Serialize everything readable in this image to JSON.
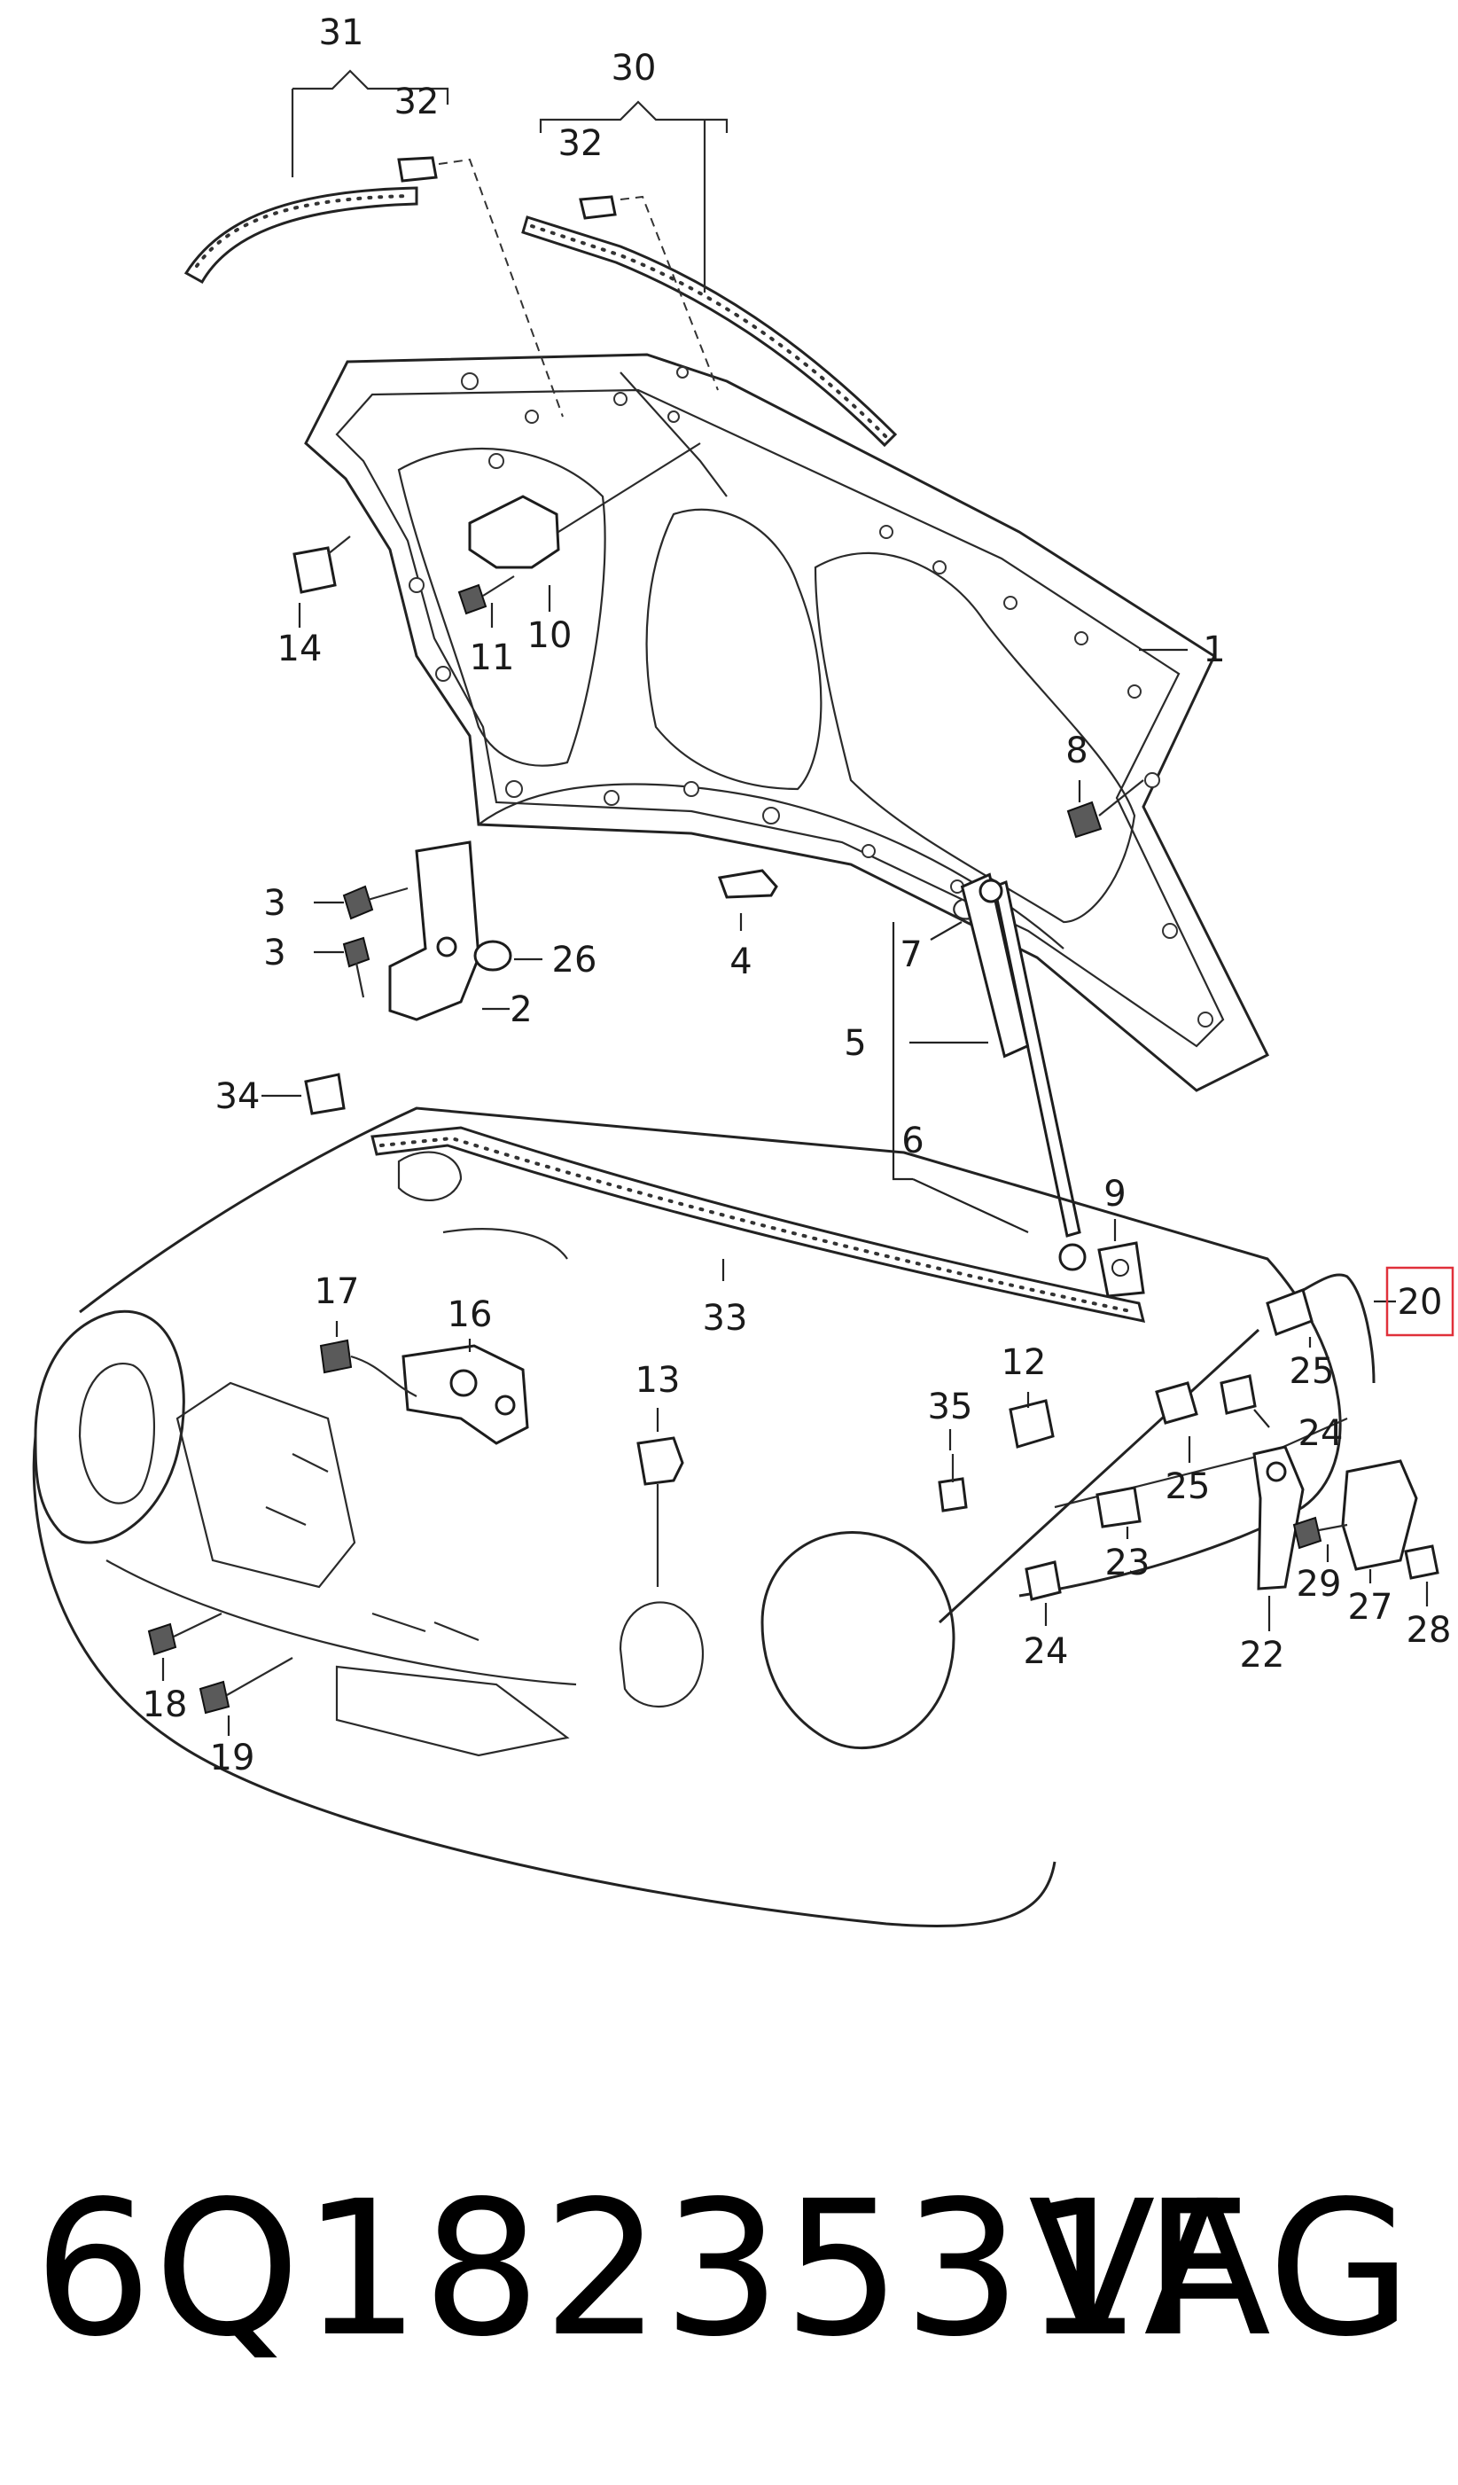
{
  "diagram": {
    "callouts": [
      {
        "id": "l31",
        "text": "31"
      },
      {
        "id": "l30",
        "text": "30"
      },
      {
        "id": "l32a",
        "text": "32"
      },
      {
        "id": "l32b",
        "text": "32"
      },
      {
        "id": "l14",
        "text": "14"
      },
      {
        "id": "l11",
        "text": "11"
      },
      {
        "id": "l10",
        "text": "10"
      },
      {
        "id": "l1",
        "text": "1"
      },
      {
        "id": "l8",
        "text": "8"
      },
      {
        "id": "l3a",
        "text": "3"
      },
      {
        "id": "l3b",
        "text": "3"
      },
      {
        "id": "l26",
        "text": "26"
      },
      {
        "id": "l4",
        "text": "4"
      },
      {
        "id": "l7",
        "text": "7"
      },
      {
        "id": "l2",
        "text": "2"
      },
      {
        "id": "l5",
        "text": "5"
      },
      {
        "id": "l34",
        "text": "34"
      },
      {
        "id": "l6",
        "text": "6"
      },
      {
        "id": "l9",
        "text": "9"
      },
      {
        "id": "l20",
        "text": "20"
      },
      {
        "id": "l17",
        "text": "17"
      },
      {
        "id": "l16",
        "text": "16"
      },
      {
        "id": "l33",
        "text": "33"
      },
      {
        "id": "l25a",
        "text": "25"
      },
      {
        "id": "l13",
        "text": "13"
      },
      {
        "id": "l12",
        "text": "12"
      },
      {
        "id": "l35",
        "text": "35"
      },
      {
        "id": "l24a",
        "text": "24"
      },
      {
        "id": "l25b",
        "text": "25"
      },
      {
        "id": "l23",
        "text": "23"
      },
      {
        "id": "l29",
        "text": "29"
      },
      {
        "id": "l22",
        "text": "22"
      },
      {
        "id": "l27",
        "text": "27"
      },
      {
        "id": "l28",
        "text": "28"
      },
      {
        "id": "l24b",
        "text": "24"
      },
      {
        "id": "l18",
        "text": "18"
      },
      {
        "id": "l19",
        "text": "19"
      }
    ],
    "highlight": {
      "part": "20",
      "color": "#e0303a"
    }
  },
  "footer": {
    "part_number": "6Q1823531F",
    "brand": "VAG"
  }
}
